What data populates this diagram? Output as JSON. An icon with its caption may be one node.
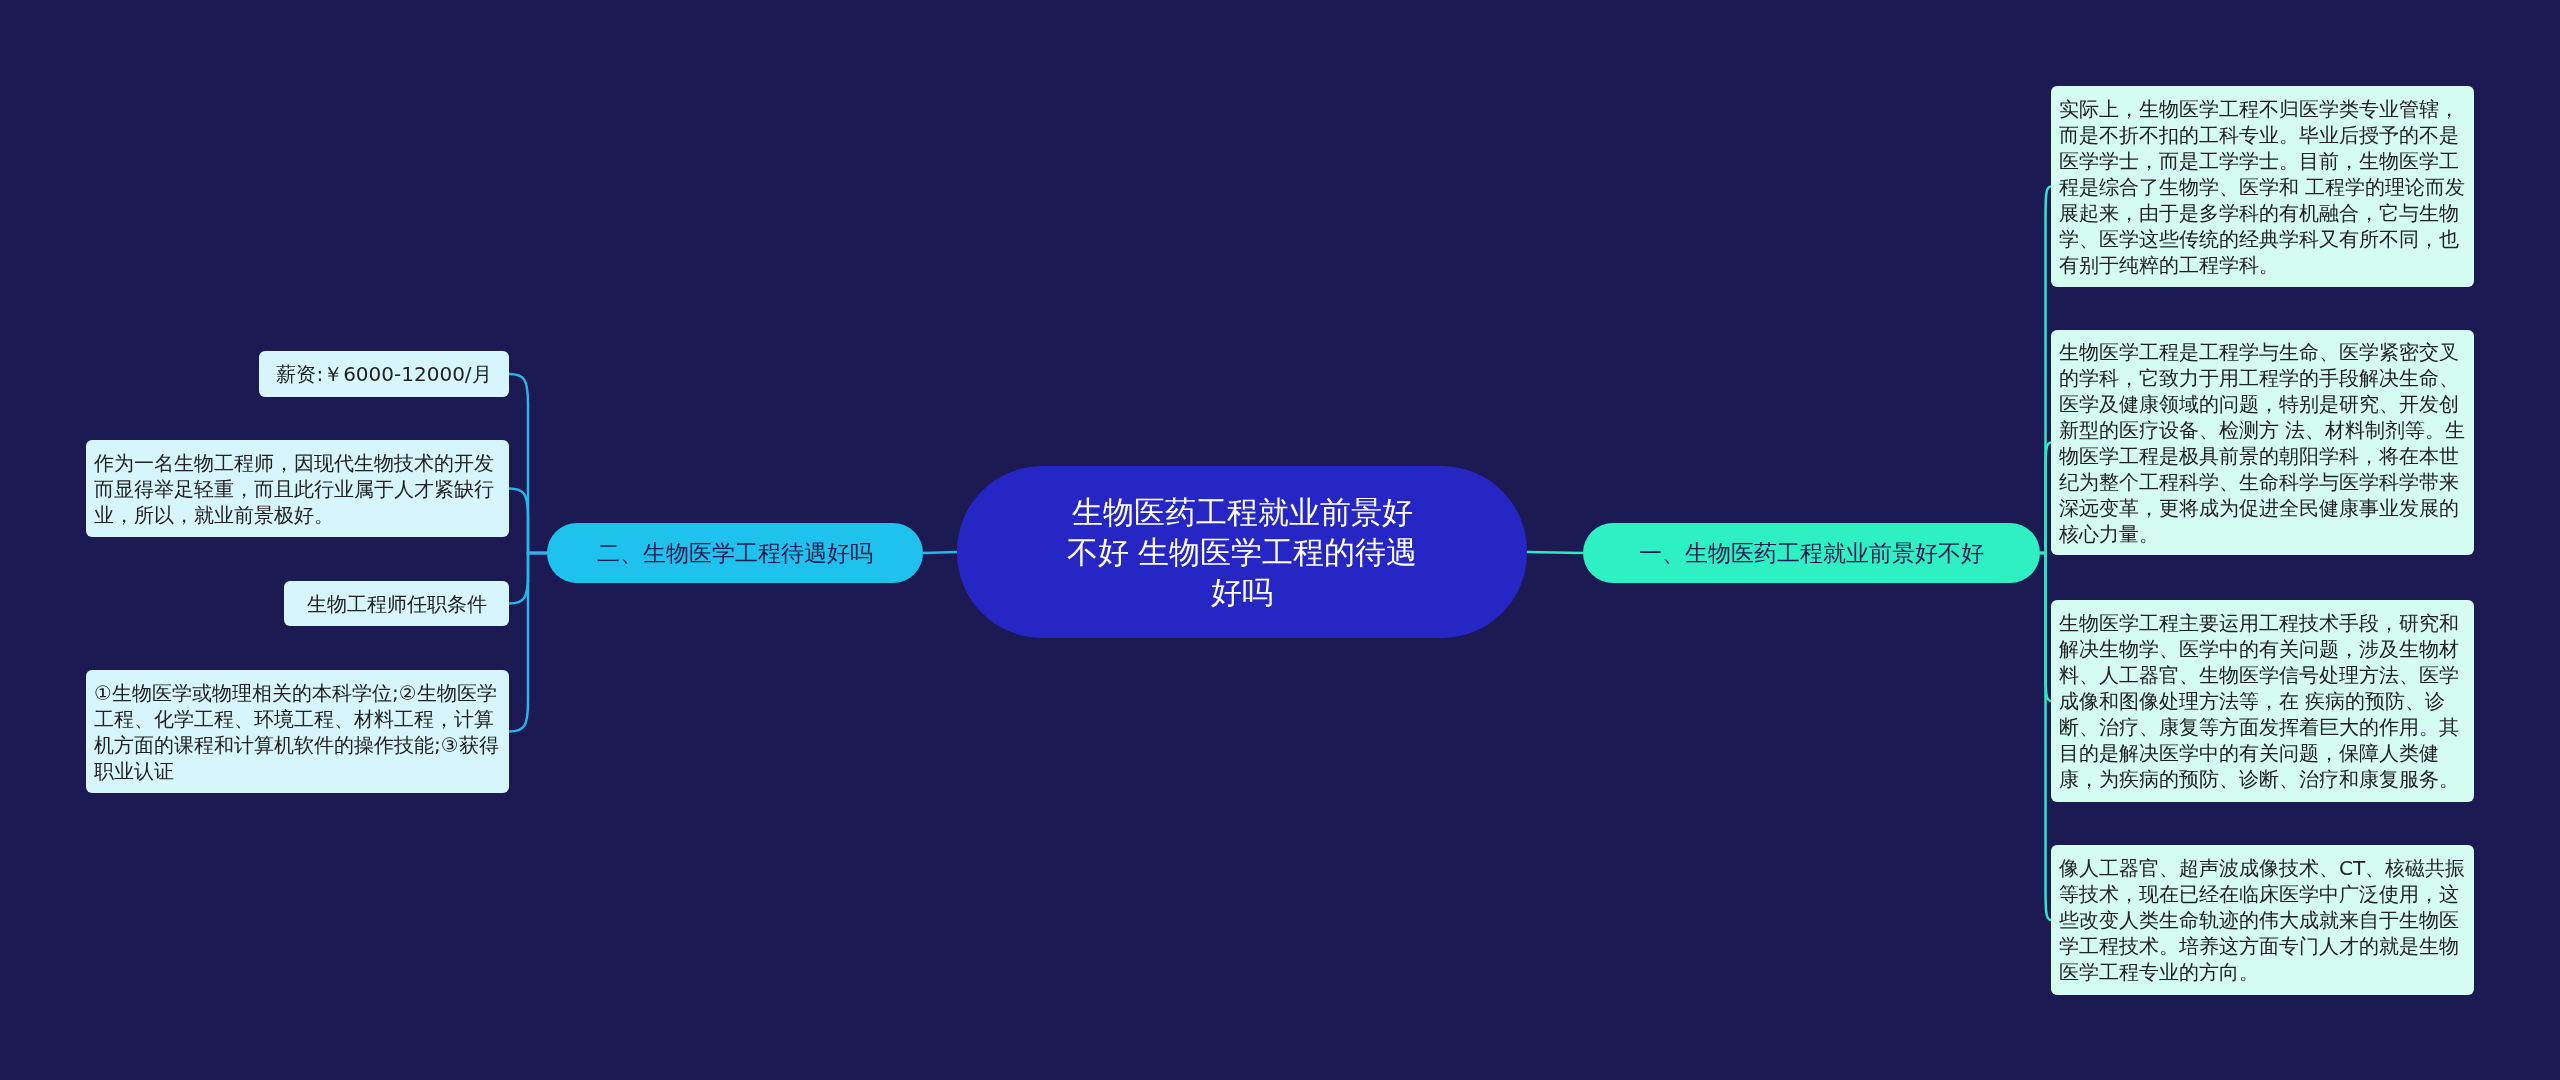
{
  "diagram": {
    "nodes": [
      {
        "text": [
          "生物医药工程就业前景好不好 生物医学工程的待遇好吗"
        ]
      },
      {
        "text": [
          "一、生物医药工程就业前景好不好"
        ]
      },
      {
        "text": [
          "实际上，生物医学工程不归医学类专业管辖，而是不折不扣的工科专业。毕业后授予的不是医学学士，而是工学学士。目前，生物医学工程是综合了生物学、医学和 工程学的理论而发展起来，由于是多学科的有机融合，它与生物学、医学这些传统的经典学科又有所不同，也有别于纯粹的工程学科。"
        ]
      },
      {
        "text": [
          "生物医学工程是工程学与生命、医学紧密交叉的学科，它致力于用工程学的手段解决生命、医学及健康领域的问题，特别是研究、开发创新型的医疗设备、检测方 法、材料制剂等。生物医学工程是极具前景的朝阳学科，将在本世纪为整个工程科学、生命科学与医学科学带来深远变革，更将成为促进全民健康事业发展的核心力量。"
        ]
      },
      {
        "text": [
          "生物医学工程主要运用工程技术手段，研究和解决生物学、医学中的有关问题，涉及生物材料、人工器官、生物医学信号处理方法、医学成像和图像处理方法等，在 疾病的预防、诊断、治疗、康复等方面发挥着巨大的作用。其目的是解决医学中的有关问题，保障人类健康，为疾病的预防、诊断、治疗和康复服务。"
        ]
      },
      {
        "text": [
          "像人工器官、超声波成像技术、CT、核磁共振等技术，现在已经在临床医学中广泛使用，这些改变人类生命轨迹的伟大成就来自于生物医学工程技术。培养这方面专门人才的就是生物医学工程专业的方向。"
        ]
      },
      {
        "text": [
          "二、生物医学工程待遇好吗"
        ]
      },
      {
        "text": [
          "薪资:￥6000-12000/月"
        ]
      },
      {
        "text": [
          "作为一名生物工程师，因现代生物技术的开发而显得举足轻重，而且此行业属于人才紧缺行业，所以，就业前景极好。"
        ]
      },
      {
        "text": [
          "生物工程师任职条件"
        ]
      },
      {
        "text": [
          "①生物医学或物理相关的本科学位;②生物医学工程、化学工程、环境工程、材料工程，计算机方面的课程和计算机软件的操作技能;③获得职业认证"
        ]
      }
    ],
    "edges": [
      {
        "from": 0,
        "to": 1,
        "arrow": "none"
      },
      {
        "from": 1,
        "to": 2,
        "arrow": "none"
      },
      {
        "from": 1,
        "to": 3,
        "arrow": "none"
      },
      {
        "from": 1,
        "to": 4,
        "arrow": "none"
      },
      {
        "from": 1,
        "to": 5,
        "arrow": "none"
      },
      {
        "from": 0,
        "to": 6,
        "arrow": "none",
        "color": "#29b6e6"
      },
      {
        "from": 6,
        "to": 7,
        "arrow": "none",
        "color": "#29b6e6"
      },
      {
        "from": 6,
        "to": 8,
        "arrow": "none",
        "color": "#29b6e6"
      },
      {
        "from": 6,
        "to": 9,
        "arrow": "none",
        "color": "#29b6e6"
      },
      {
        "from": 6,
        "to": 10,
        "arrow": "none",
        "color": "#29b6e6"
      }
    ]
  }
}
